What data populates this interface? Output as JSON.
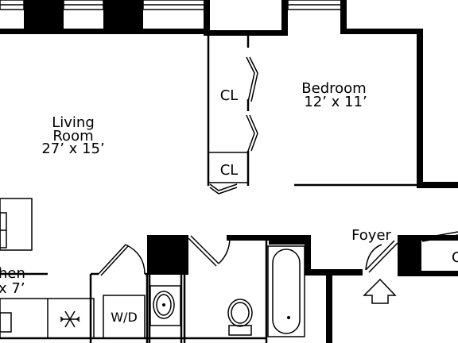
{
  "rooms": {
    "living": {
      "name_line1": "Living",
      "name_line2": "Room",
      "size": "27’ x 15’"
    },
    "bedroom": {
      "name": "Bedroom",
      "size": "12’ x 11’"
    },
    "kitchen": {
      "name_partial": "hen",
      "size_partial": "x 7’"
    },
    "foyer": {
      "name": "Foyer"
    }
  },
  "closets": {
    "upper": "CL",
    "lower": "CL",
    "right_partial": "C"
  },
  "appliances": {
    "washer_dryer": "W/D"
  },
  "icons": [
    "snowflake-icon",
    "entry-arrow-icon",
    "toilet-icon",
    "sink-icon",
    "bathtub-icon"
  ]
}
